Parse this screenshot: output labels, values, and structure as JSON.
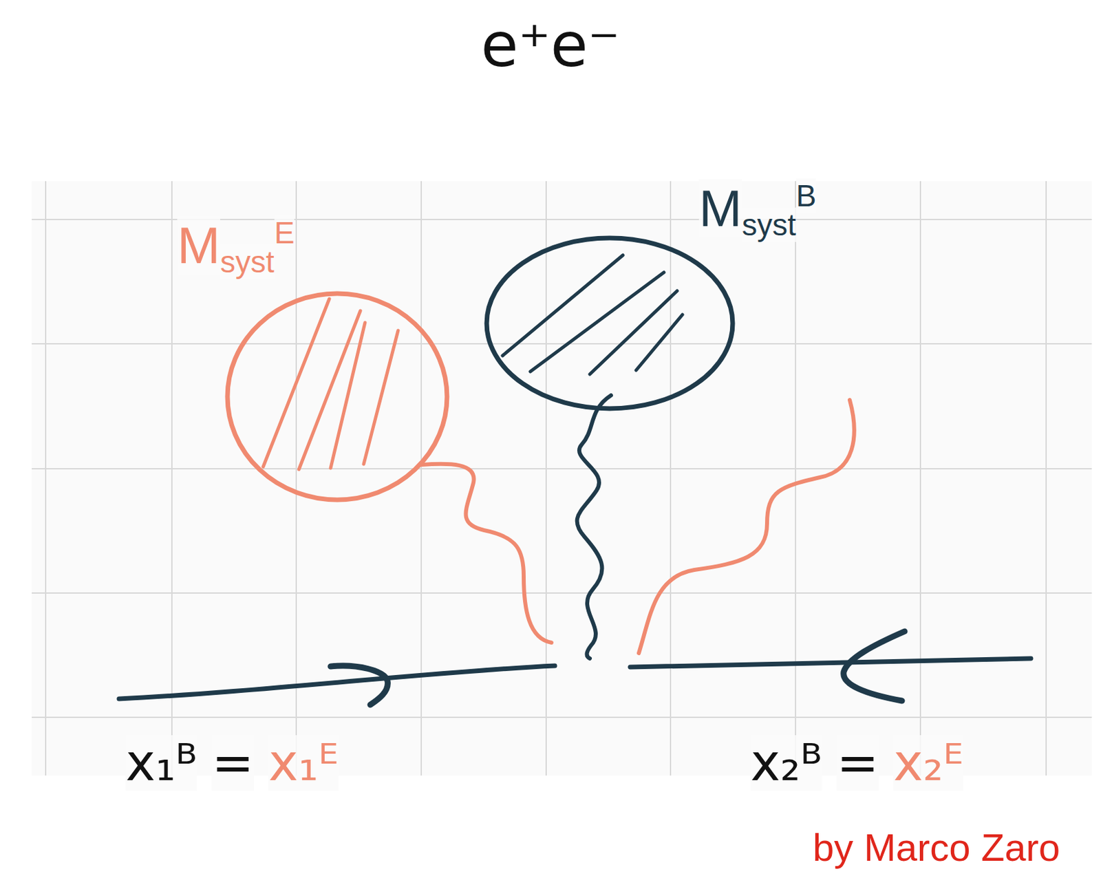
{
  "diagram": {
    "title": "e⁺e⁻",
    "nodes": [
      {
        "text": [
          "M",
          "syst",
          "E"
        ]
      },
      {
        "text": [
          "M",
          "syst",
          "B"
        ]
      }
    ],
    "labels": [
      "x₁ᴮ",
      "=",
      "x₁ᴱ",
      "x₂ᴮ",
      "=",
      "x₂ᴱ",
      "by Marco Zaro"
    ]
  }
}
